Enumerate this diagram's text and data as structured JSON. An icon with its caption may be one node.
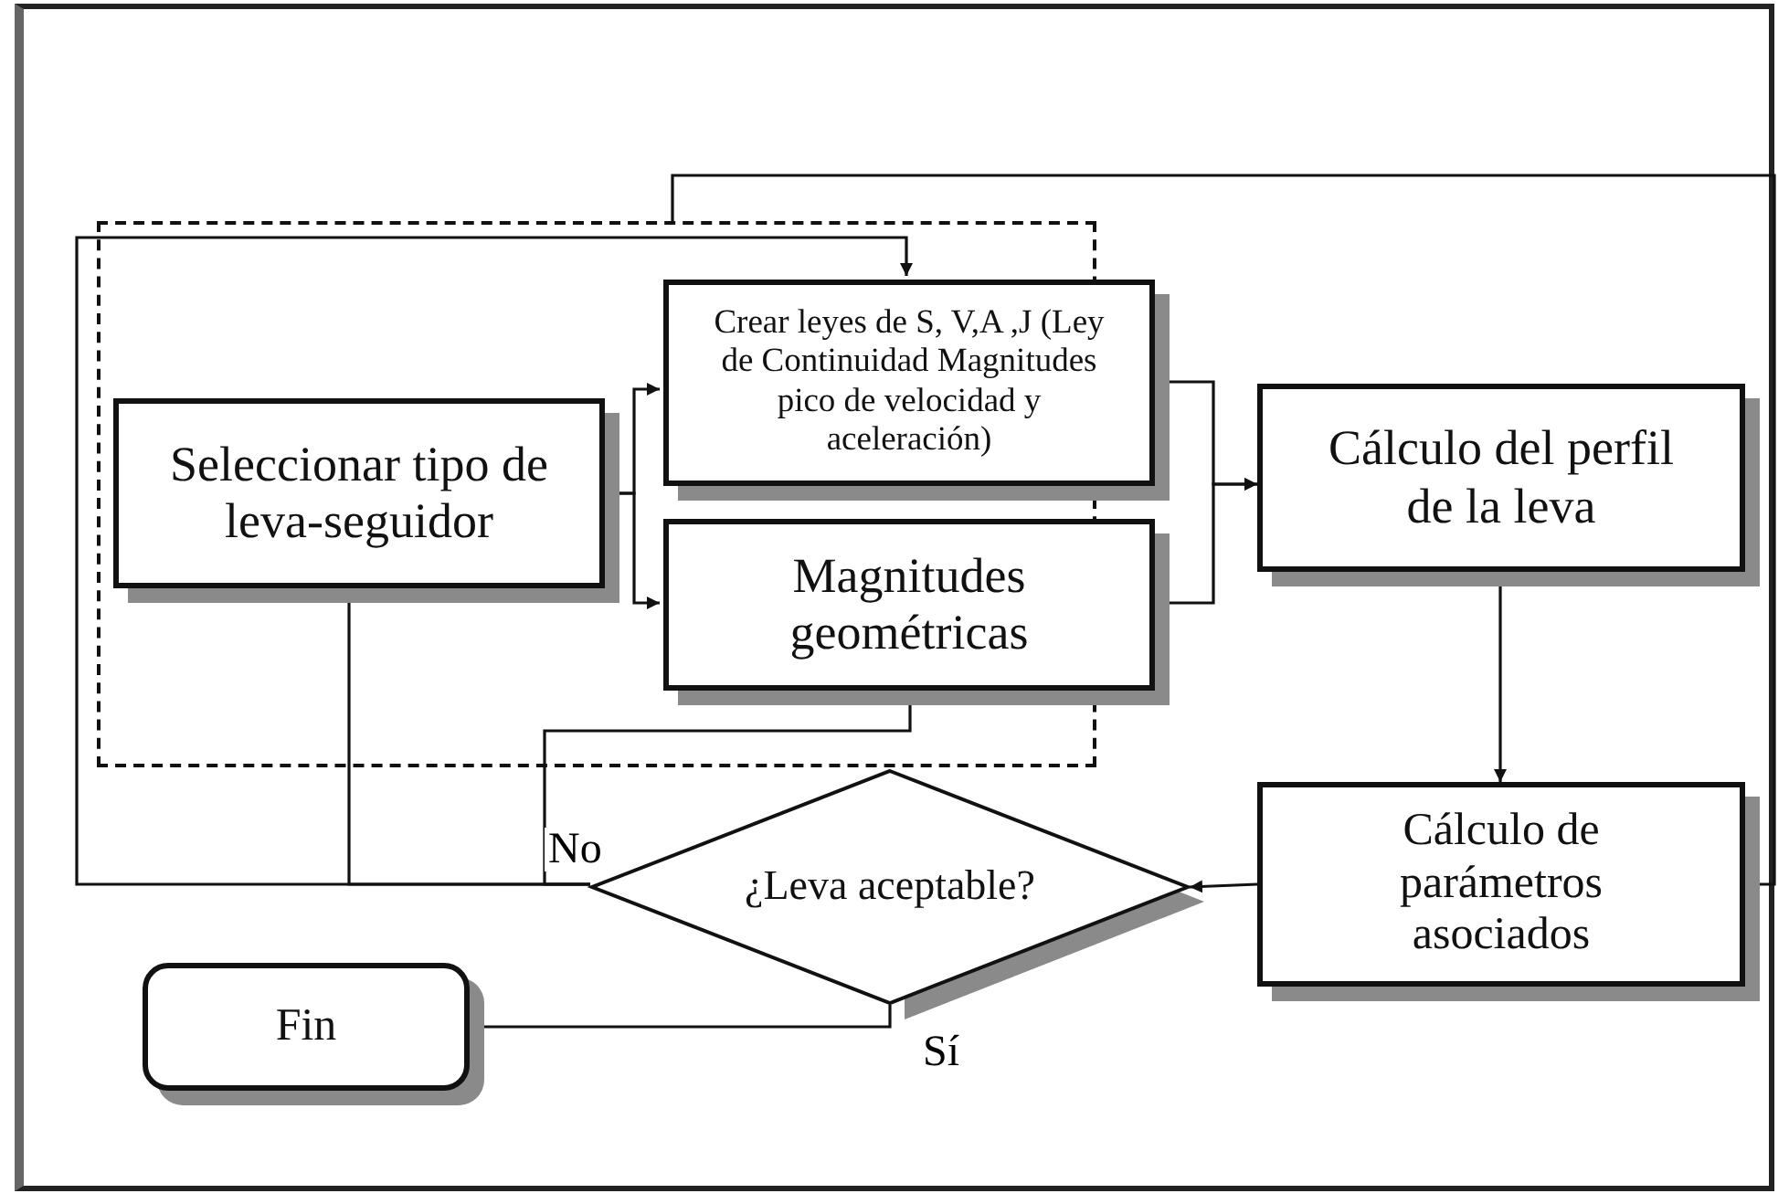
{
  "diagram": {
    "nodes": [
      {
        "text": [],
        "shape": "box"
      },
      {
        "text": [
          "Seleccionar tipo de leva-seguidor"
        ],
        "in": 0
      },
      {
        "text": [
          "Crear leyes de S, V,A ,J (Ley de Continuidad Magnitudes pico de velocidad y aceleración)"
        ],
        "in": 0
      },
      {
        "text": [
          "Magnitudes geométricas"
        ],
        "in": 0
      },
      {
        "text": [
          "Cálculo del perfil de la leva"
        ]
      },
      {
        "text": [
          "Cálculo de parámetros asociados"
        ]
      },
      {
        "text": [
          "¿Leva aceptable?"
        ]
      },
      {
        "text": [
          "Fin"
        ]
      }
    ],
    "edges": [
      {
        "from": 1,
        "to": 2,
        "arrow": "to"
      },
      {
        "from": 1,
        "to": 3,
        "arrow": "to"
      },
      {
        "from": 2,
        "to": 4,
        "arrow": "to"
      },
      {
        "from": 3,
        "to": 4,
        "arrow": "to"
      },
      {
        "from": 4,
        "to": 5,
        "arrow": "to"
      },
      {
        "from": 5,
        "to": 6,
        "arrow": "to"
      },
      {
        "from": 6,
        "to": 7,
        "arrow": "to",
        "label": "Sí"
      },
      {
        "from": 6,
        "to": 1,
        "arrow": "to",
        "label": "No"
      },
      {
        "from": 6,
        "to": 3,
        "arrow": "to"
      },
      {
        "from": 6,
        "to": 2,
        "arrow": "to"
      },
      {
        "from": 0,
        "to": 5,
        "arrow": "to"
      }
    ]
  }
}
